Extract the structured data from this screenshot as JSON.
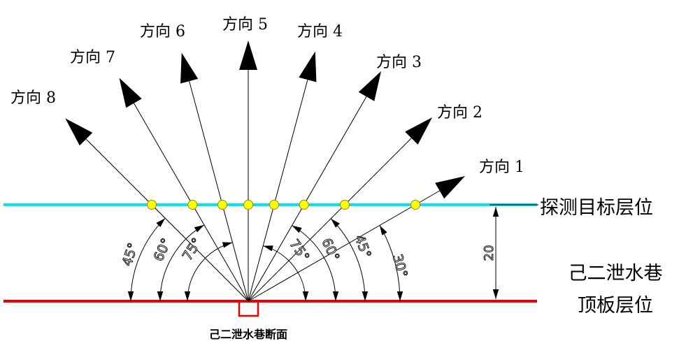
{
  "directions": [
    {
      "label": "方向 1",
      "angle": 30
    },
    {
      "label": "方向 2",
      "angle": 45
    },
    {
      "label": "方向 3",
      "angle": 60
    },
    {
      "label": "方向 4",
      "angle": 75
    },
    {
      "label": "方向 5",
      "angle": 90
    },
    {
      "label": "方向 6",
      "angle": 105
    },
    {
      "label": "方向 7",
      "angle": 120
    },
    {
      "label": "方向 8",
      "angle": 135
    }
  ],
  "angle_labels": {
    "left_45": "45°",
    "left_60": "60°",
    "left_75": "75°",
    "right_75": "75°",
    "right_60": "60°",
    "right_45": "45°",
    "right_30": "30°"
  },
  "dimension": "20",
  "target_layer_label": "探测目标层位",
  "roadway_label_line1": "己二泄水巷",
  "roadway_label_line2": "顶板层位",
  "section_label": "己二泄水巷断面",
  "colors": {
    "target_line": "#00e5ee",
    "roof_line": "#ee0000",
    "dot_fill": "#ffff00",
    "dot_stroke": "#9a8a00"
  }
}
